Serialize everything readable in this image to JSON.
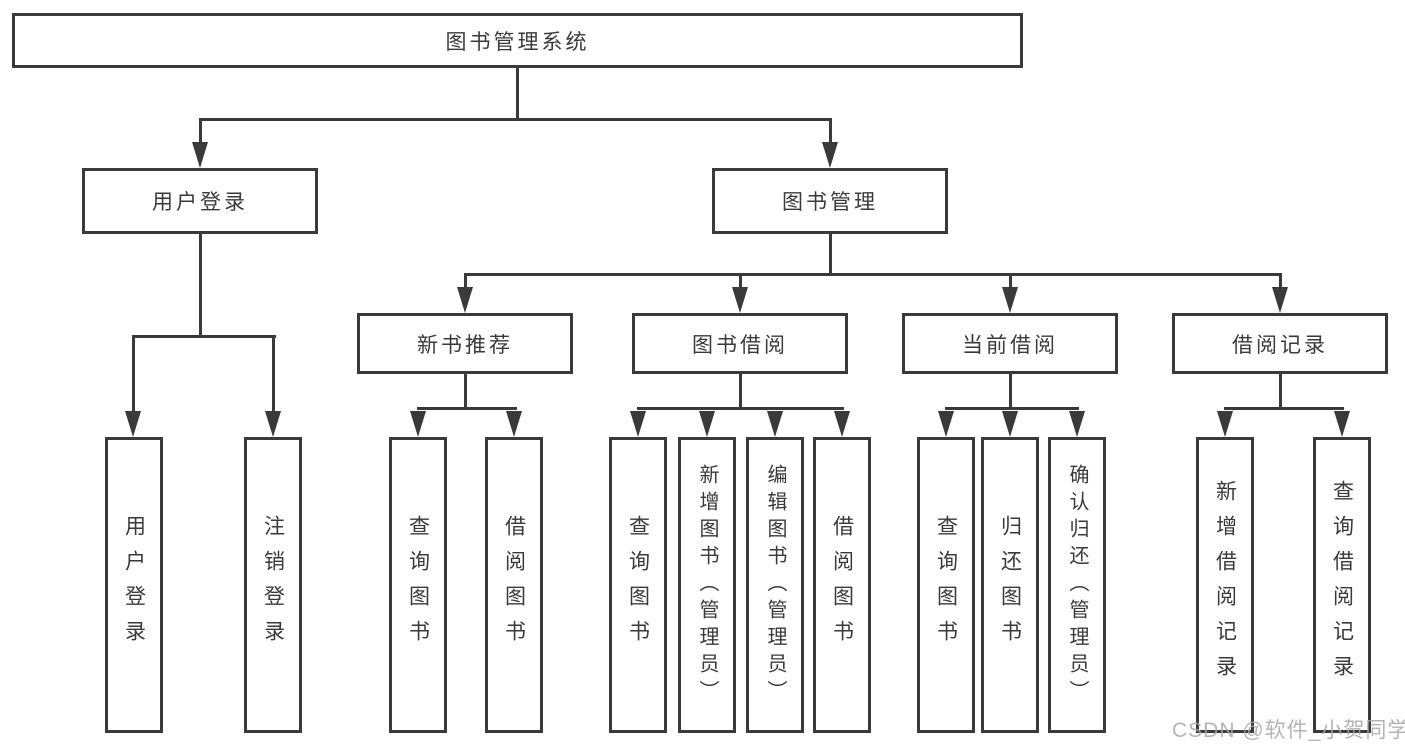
{
  "diagram": {
    "title": "图书管理系统",
    "tree": {
      "label": "图书管理系统",
      "children": [
        {
          "label": "用户登录",
          "children": [
            {
              "label": "用户登录"
            },
            {
              "label": "注销登录"
            }
          ]
        },
        {
          "label": "图书管理",
          "children": [
            {
              "label": "新书推荐",
              "children": [
                {
                  "label": "查询图书"
                },
                {
                  "label": "借阅图书"
                }
              ]
            },
            {
              "label": "图书借阅",
              "children": [
                {
                  "label": "查询图书"
                },
                {
                  "label": "新增图书（管理员）"
                },
                {
                  "label": "编辑图书（管理员）"
                },
                {
                  "label": "借阅图书"
                }
              ]
            },
            {
              "label": "当前借阅",
              "children": [
                {
                  "label": "查询图书"
                },
                {
                  "label": "归还图书"
                },
                {
                  "label": "确认归还（管理员）"
                }
              ]
            },
            {
              "label": "借阅记录",
              "children": [
                {
                  "label": "新增借阅记录"
                },
                {
                  "label": "查询借阅记录"
                }
              ]
            }
          ]
        }
      ]
    },
    "colors": {
      "line": "#3a3a3a",
      "text": "#3a3a3a",
      "background": "#ffffff",
      "watermark": "#a8a8a8"
    }
  },
  "watermark": {
    "text": "CSDN @软件_小贺同学"
  }
}
